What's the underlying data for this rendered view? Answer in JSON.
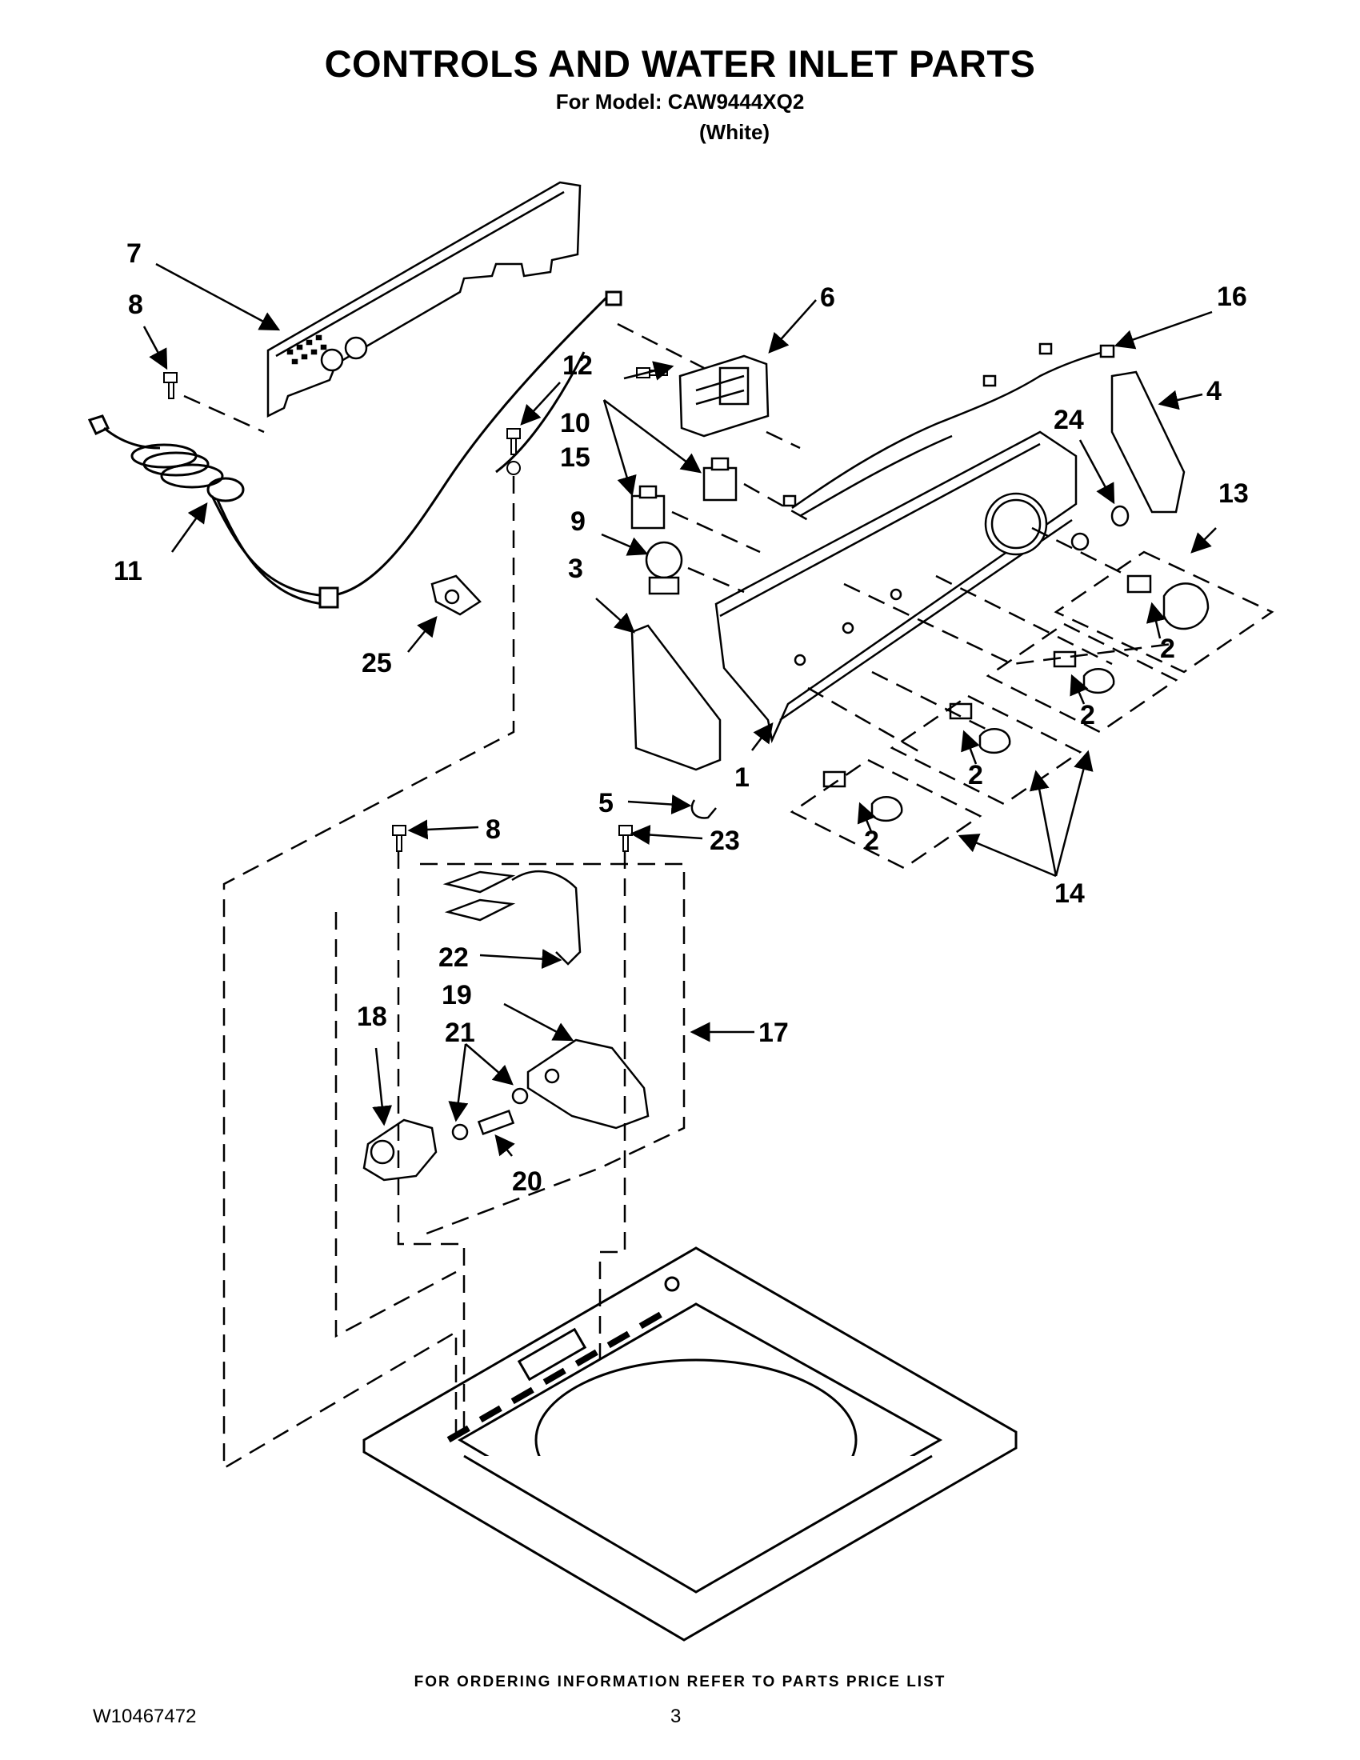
{
  "header": {
    "title": "CONTROLS AND WATER INLET PARTS",
    "model_line": "For Model: CAW9444XQ2",
    "color_line": "(White)"
  },
  "callouts": {
    "c1": "1",
    "c2a": "2",
    "c2b": "2",
    "c2c": "2",
    "c2d": "2",
    "c3": "3",
    "c4": "4",
    "c5": "5",
    "c6": "6",
    "c7": "7",
    "c8a": "8",
    "c8b": "8",
    "c9": "9",
    "c10": "10",
    "c11": "11",
    "c12": "12",
    "c13": "13",
    "c14": "14",
    "c15": "15",
    "c16": "16",
    "c17": "17",
    "c18": "18",
    "c19": "19",
    "c20": "20",
    "c21": "21",
    "c22": "22",
    "c23": "23",
    "c24": "24",
    "c25": "25"
  },
  "footer": {
    "note": "FOR ORDERING INFORMATION REFER TO PARTS PRICE LIST",
    "doc_number": "W10467472",
    "page_number": "3"
  }
}
